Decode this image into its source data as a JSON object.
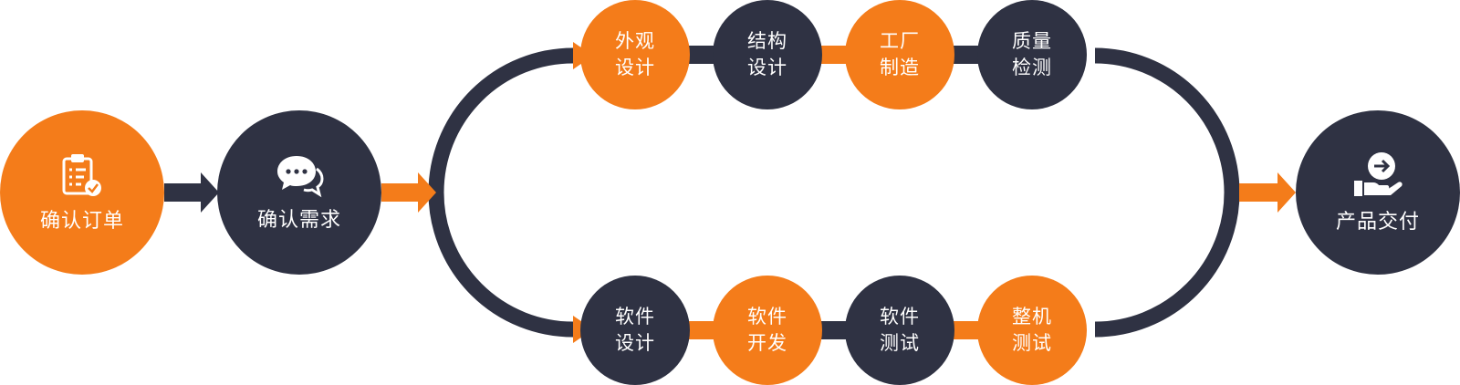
{
  "colors": {
    "accent": "#f47c1a",
    "dark": "#2f3243",
    "background": "#ffffff"
  },
  "steps": {
    "order": {
      "label": "确认订单",
      "icon": "clipboard-check-icon",
      "color": "orange"
    },
    "requirement": {
      "label": "确认需求",
      "icon": "chat-bubbles-icon",
      "color": "dark"
    },
    "delivery": {
      "label": "产品交付",
      "icon": "hand-arrow-icon",
      "color": "dark"
    }
  },
  "hardware_track": [
    {
      "line1": "外观",
      "line2": "设计",
      "color": "orange"
    },
    {
      "line1": "结构",
      "line2": "设计",
      "color": "dark"
    },
    {
      "line1": "工厂",
      "line2": "制造",
      "color": "orange"
    },
    {
      "line1": "质量",
      "line2": "检测",
      "color": "dark"
    }
  ],
  "software_track": [
    {
      "line1": "软件",
      "line2": "设计",
      "color": "dark"
    },
    {
      "line1": "软件",
      "line2": "开发",
      "color": "orange"
    },
    {
      "line1": "软件",
      "line2": "测试",
      "color": "dark"
    },
    {
      "line1": "整机",
      "line2": "测试",
      "color": "orange"
    }
  ]
}
